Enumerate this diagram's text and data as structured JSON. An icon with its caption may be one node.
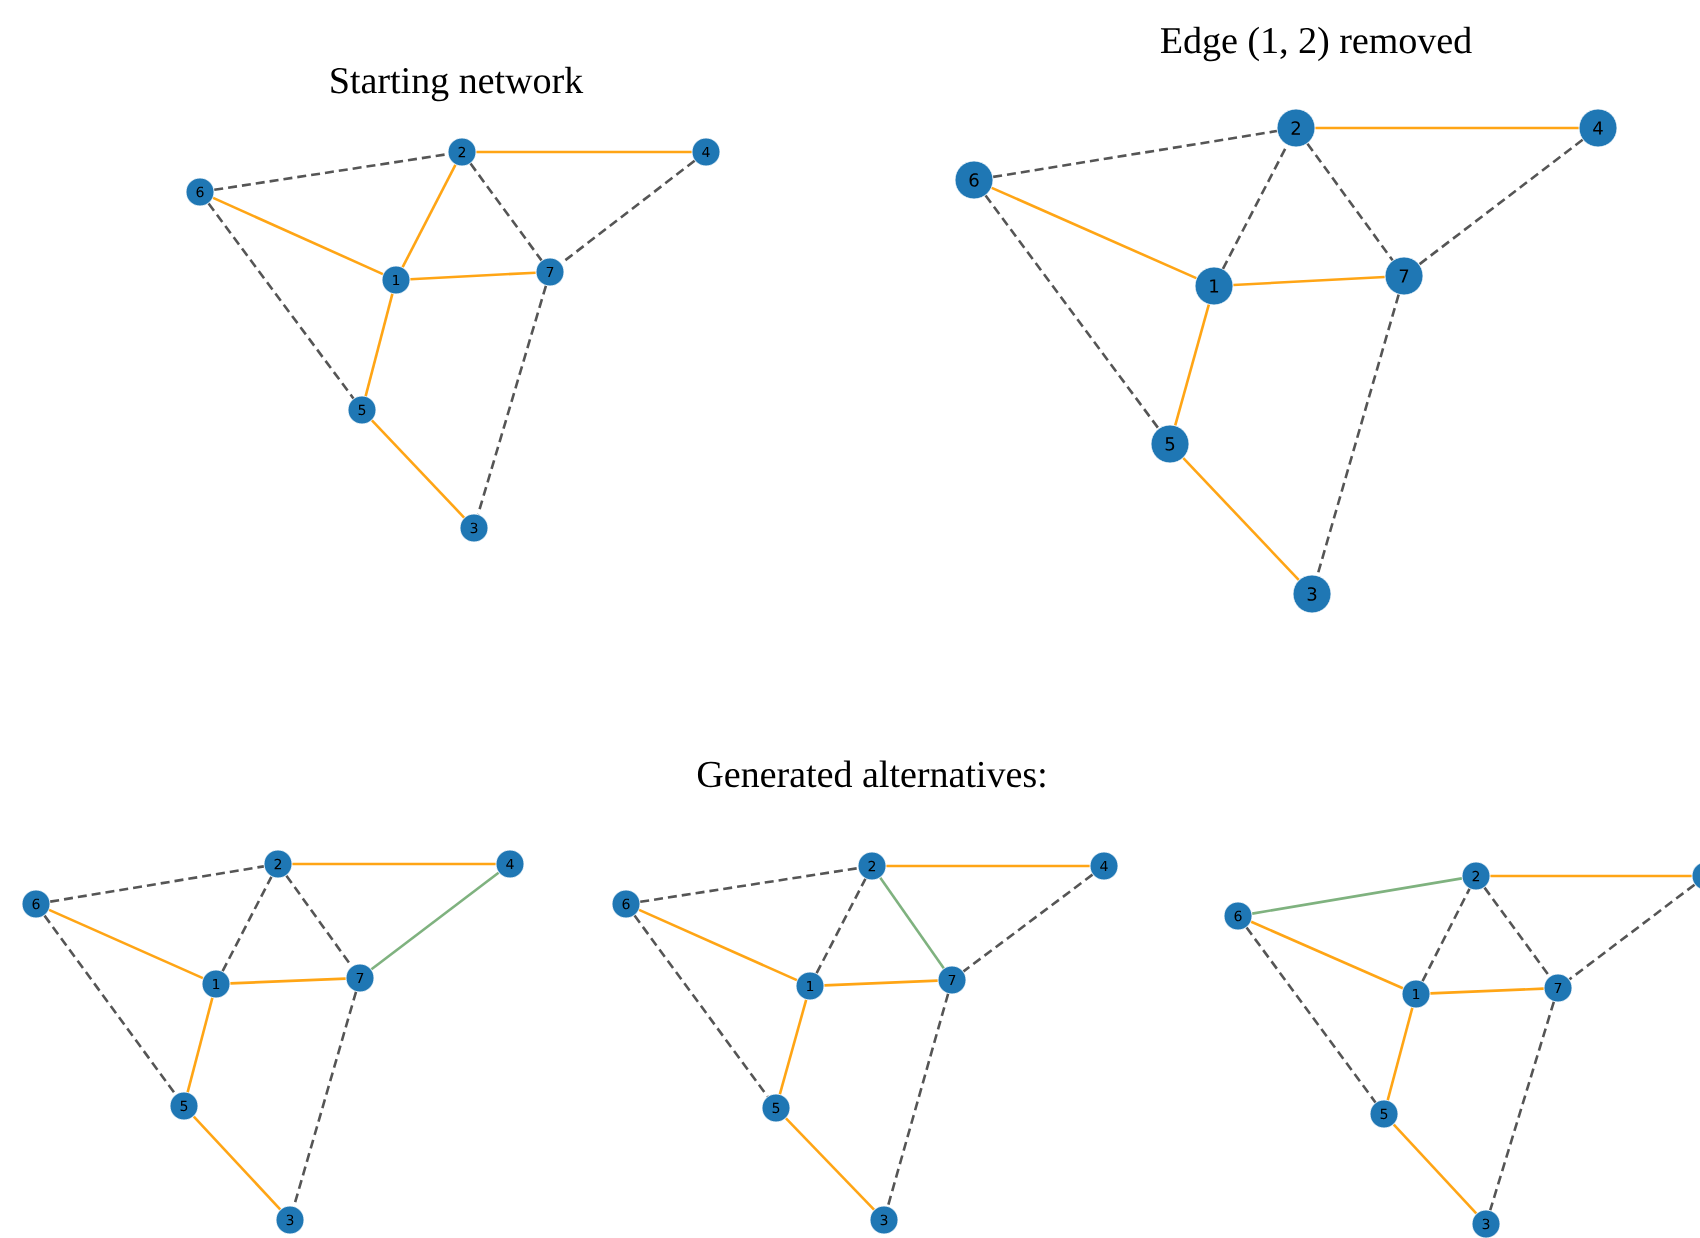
{
  "diagram": {
    "nodes": [
      {
        "text": [
          "6"
        ]
      },
      {
        "text": [
          "2"
        ]
      },
      {
        "text": [
          "4"
        ]
      },
      {
        "text": [
          "1"
        ]
      },
      {
        "text": [
          "7"
        ]
      },
      {
        "text": [
          "5"
        ]
      },
      {
        "text": [
          "3"
        ]
      },
      {
        "text": [
          "6"
        ]
      },
      {
        "text": [
          "2"
        ]
      },
      {
        "text": [
          "4"
        ]
      },
      {
        "text": [
          "1"
        ]
      },
      {
        "text": [
          "7"
        ]
      },
      {
        "text": [
          "5"
        ]
      },
      {
        "text": [
          "3"
        ]
      },
      {
        "text": [
          "6"
        ]
      },
      {
        "text": [
          "2"
        ]
      },
      {
        "text": [
          "4"
        ]
      },
      {
        "text": [
          "1"
        ]
      },
      {
        "text": [
          "7"
        ]
      },
      {
        "text": [
          "5"
        ]
      },
      {
        "text": [
          "3"
        ]
      },
      {
        "text": [
          "6"
        ]
      },
      {
        "text": [
          "2"
        ]
      },
      {
        "text": [
          "4"
        ]
      },
      {
        "text": [
          "1"
        ]
      },
      {
        "text": [
          "7"
        ]
      },
      {
        "text": [
          "5"
        ]
      },
      {
        "text": [
          "3"
        ]
      },
      {
        "text": [
          "6"
        ]
      },
      {
        "text": [
          "2"
        ]
      },
      {
        "text": [],
        "shape": "circle"
      },
      {
        "text": [
          "1"
        ]
      },
      {
        "text": [
          "7"
        ]
      },
      {
        "text": [
          "5"
        ]
      },
      {
        "text": [
          "3"
        ]
      }
    ],
    "edges": [
      {
        "from": 0,
        "to": 1,
        "arrow": "none",
        "style": "dashed"
      },
      {
        "from": 1,
        "to": 2,
        "arrow": "none",
        "color": "#ffa515"
      },
      {
        "from": 0,
        "to": 3,
        "arrow": "none",
        "color": "#ffa515"
      },
      {
        "from": 3,
        "to": 1,
        "arrow": "none",
        "color": "#ffa515"
      },
      {
        "from": 1,
        "to": 4,
        "arrow": "none",
        "style": "dashed"
      },
      {
        "from": 2,
        "to": 4,
        "arrow": "none",
        "style": "dashed"
      },
      {
        "from": 3,
        "to": 4,
        "arrow": "none",
        "color": "#ffa515"
      },
      {
        "from": 0,
        "to": 5,
        "arrow": "none",
        "style": "dashed"
      },
      {
        "from": 3,
        "to": 5,
        "arrow": "none",
        "color": "#ffa515"
      },
      {
        "from": 5,
        "to": 6,
        "arrow": "none",
        "color": "#ffa515"
      },
      {
        "from": 4,
        "to": 6,
        "arrow": "none",
        "style": "dashed"
      },
      {
        "from": 7,
        "to": 8,
        "arrow": "none",
        "style": "dashed"
      },
      {
        "from": 8,
        "to": 9,
        "arrow": "none",
        "color": "#ffa515"
      },
      {
        "from": 7,
        "to": 10,
        "arrow": "none",
        "color": "#ffa515"
      },
      {
        "from": 10,
        "to": 8,
        "arrow": "none",
        "style": "dashed"
      },
      {
        "from": 8,
        "to": 11,
        "arrow": "none",
        "style": "dashed"
      },
      {
        "from": 9,
        "to": 11,
        "arrow": "none",
        "style": "dashed"
      },
      {
        "from": 10,
        "to": 11,
        "arrow": "none",
        "color": "#ffa515"
      },
      {
        "from": 7,
        "to": 12,
        "arrow": "none",
        "style": "dashed"
      },
      {
        "from": 10,
        "to": 12,
        "arrow": "none",
        "color": "#ffa515"
      },
      {
        "from": 12,
        "to": 13,
        "arrow": "none",
        "color": "#ffa515"
      },
      {
        "from": 11,
        "to": 13,
        "arrow": "none",
        "style": "dashed"
      },
      {
        "from": 14,
        "to": 15,
        "arrow": "none",
        "style": "dashed"
      },
      {
        "from": 15,
        "to": 16,
        "arrow": "none",
        "color": "#ffa515"
      },
      {
        "from": 14,
        "to": 17,
        "arrow": "none",
        "color": "#ffa515"
      },
      {
        "from": 17,
        "to": 15,
        "arrow": "none",
        "style": "dashed"
      },
      {
        "from": 15,
        "to": 18,
        "arrow": "none",
        "style": "dashed"
      },
      {
        "from": 16,
        "to": 18,
        "arrow": "none",
        "color": "#7fb27f"
      },
      {
        "from": 17,
        "to": 18,
        "arrow": "none",
        "color": "#ffa515"
      },
      {
        "from": 14,
        "to": 19,
        "arrow": "none",
        "style": "dashed"
      },
      {
        "from": 17,
        "to": 19,
        "arrow": "none",
        "color": "#ffa515"
      },
      {
        "from": 19,
        "to": 20,
        "arrow": "none",
        "color": "#ffa515"
      },
      {
        "from": 18,
        "to": 20,
        "arrow": "none",
        "style": "dashed"
      },
      {
        "from": 21,
        "to": 22,
        "arrow": "none",
        "style": "dashed"
      },
      {
        "from": 22,
        "to": 23,
        "arrow": "none",
        "color": "#ffa515"
      },
      {
        "from": 21,
        "to": 24,
        "arrow": "none",
        "color": "#ffa515"
      },
      {
        "from": 24,
        "to": 22,
        "arrow": "none",
        "style": "dashed"
      },
      {
        "from": 22,
        "to": 25,
        "arrow": "none",
        "color": "#7fb27f"
      },
      {
        "from": 23,
        "to": 25,
        "arrow": "none",
        "style": "dashed"
      },
      {
        "from": 24,
        "to": 25,
        "arrow": "none",
        "color": "#ffa515"
      },
      {
        "from": 21,
        "to": 26,
        "arrow": "none",
        "style": "dashed"
      },
      {
        "from": 24,
        "to": 26,
        "arrow": "none",
        "color": "#ffa515"
      },
      {
        "from": 26,
        "to": 27,
        "arrow": "none",
        "color": "#ffa515"
      },
      {
        "from": 25,
        "to": 27,
        "arrow": "none",
        "style": "dashed"
      },
      {
        "from": 28,
        "to": 29,
        "arrow": "none",
        "color": "#7fb27f"
      },
      {
        "from": 29,
        "to": 30,
        "arrow": "none",
        "color": "#ffa515"
      },
      {
        "from": 28,
        "to": 31,
        "arrow": "none",
        "color": "#ffa515"
      },
      {
        "from": 31,
        "to": 29,
        "arrow": "none",
        "style": "dashed"
      },
      {
        "from": 29,
        "to": 32,
        "arrow": "none",
        "style": "dashed"
      },
      {
        "from": 30,
        "to": 32,
        "arrow": "none",
        "style": "dashed"
      },
      {
        "from": 31,
        "to": 32,
        "arrow": "none",
        "color": "#ffa515"
      },
      {
        "from": 28,
        "to": 33,
        "arrow": "none",
        "style": "dashed"
      },
      {
        "from": 31,
        "to": 33,
        "arrow": "none",
        "color": "#ffa515"
      },
      {
        "from": 33,
        "to": 34,
        "arrow": "none",
        "color": "#ffa515"
      },
      {
        "from": 32,
        "to": 34,
        "arrow": "none",
        "style": "dashed"
      }
    ],
    "labels": [
      "Edge (1, 2) removed",
      "Starting network",
      "Generated alternatives:"
    ]
  }
}
